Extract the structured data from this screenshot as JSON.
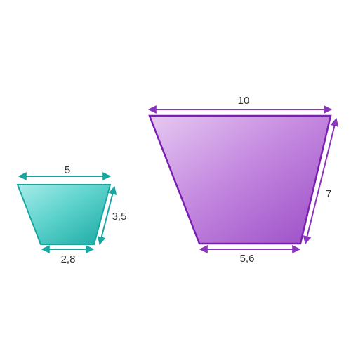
{
  "small_trapezoid": {
    "top_label": "5",
    "bottom_label": "2,8",
    "side_label": "3,5",
    "color": "#1aa6a0"
  },
  "large_trapezoid": {
    "top_label": "10",
    "bottom_label": "5,6",
    "side_label": "7",
    "color": "#7a1fb0"
  }
}
